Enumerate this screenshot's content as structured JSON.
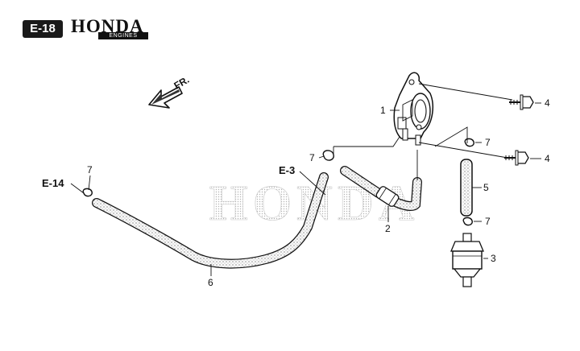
{
  "header": {
    "section_code": "E-18",
    "brand": "HONDA",
    "brand_sub": "ENGINES"
  },
  "direction_arrow": {
    "label": "FR."
  },
  "watermark": {
    "text": "HONDA"
  },
  "references": {
    "left": "E-14",
    "middle": "E-3"
  },
  "callouts": {
    "c1": "1",
    "c2": "2",
    "c3": "3",
    "c4a": "4",
    "c4b": "4",
    "c5": "5",
    "c6": "6",
    "c7a": "7",
    "c7b": "7",
    "c7c": "7",
    "c7d": "7"
  },
  "colors": {
    "ink": "#111111",
    "hose_fill": "#f4f4f4",
    "watermark": "#c8c8c8"
  }
}
